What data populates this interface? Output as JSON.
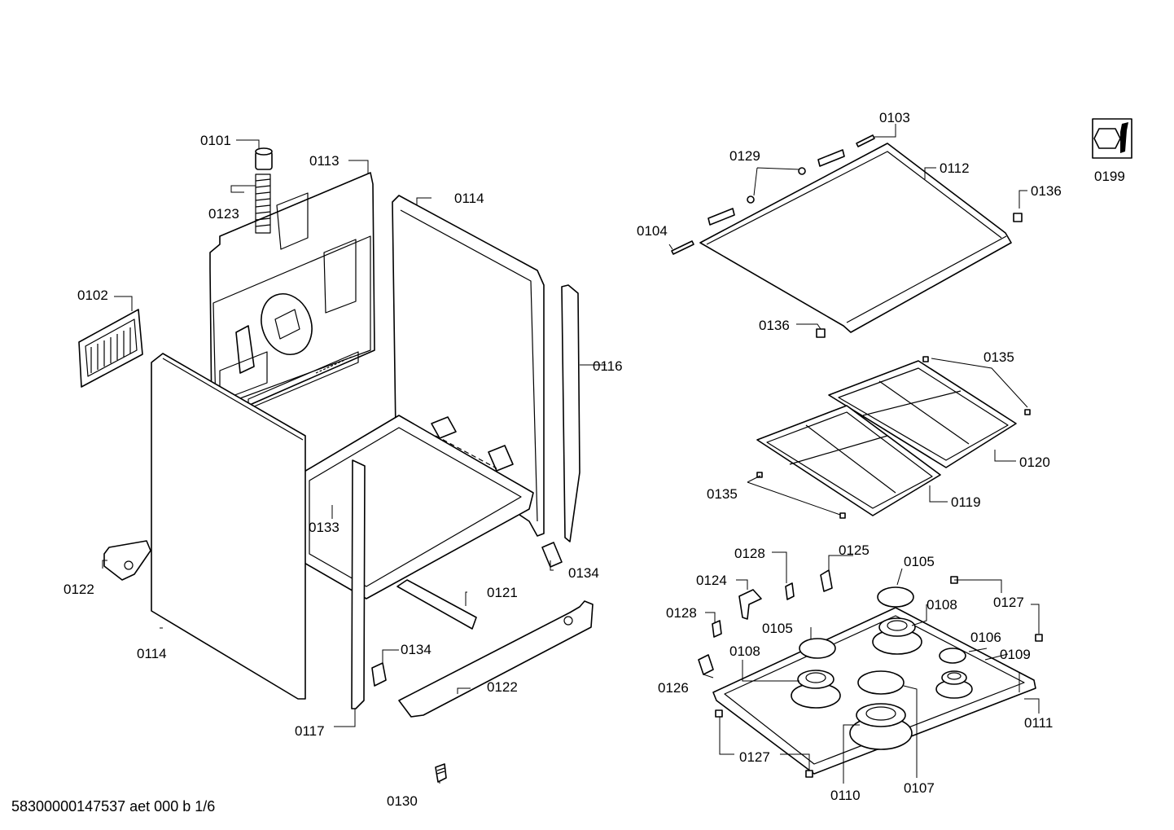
{
  "document_code": "58300000147537 aet 000 b 1/6",
  "labels": {
    "p0101": "0101",
    "p0102": "0102",
    "p0103": "0103",
    "p0104": "0104",
    "p0105a": "0105",
    "p0105b": "0105",
    "p0106": "0106",
    "p0107": "0107",
    "p0108a": "0108",
    "p0108b": "0108",
    "p0109": "0109",
    "p0110": "0110",
    "p0111": "0111",
    "p0112": "0112",
    "p0113": "0113",
    "p0114a": "0114",
    "p0114b": "0114",
    "p0116": "0116",
    "p0117": "0117",
    "p0119": "0119",
    "p0120": "0120",
    "p0121": "0121",
    "p0122a": "0122",
    "p0122b": "0122",
    "p0123": "0123",
    "p0124": "0124",
    "p0125": "0125",
    "p0126": "0126",
    "p0127a": "0127",
    "p0127b": "0127",
    "p0128a": "0128",
    "p0128b": "0128",
    "p0129": "0129",
    "p0130": "0130",
    "p0133": "0133",
    "p0134a": "0134",
    "p0134b": "0134",
    "p0135a": "0135",
    "p0135b": "0135",
    "p0136a": "0136",
    "p0136b": "0136",
    "p0199": "0199"
  }
}
